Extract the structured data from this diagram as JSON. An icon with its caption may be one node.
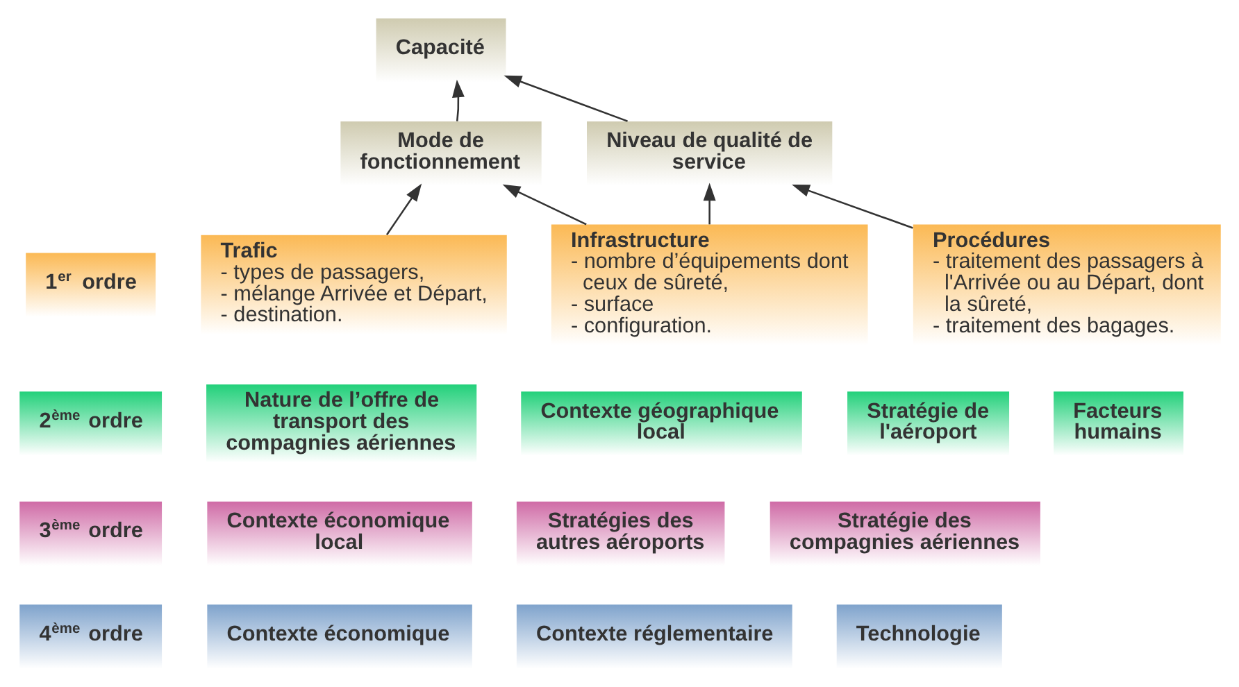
{
  "diagram": {
    "nodes": [
      {
        "text": [
          "Capacité"
        ]
      },
      {
        "text": [
          "Mode de fonctionnement"
        ]
      },
      {
        "text": [
          "Niveau de qualité de service"
        ]
      },
      {
        "text": [
          "1$^{er}$ ordre"
        ]
      },
      {
        "text": [
          "Trafic",
          "- types de passagers,",
          "- mélange Arrivée et Départ,",
          "- destination."
        ]
      },
      {
        "text": [
          "Infrastructure",
          "- nombre d’équipements dont ceux de sûreté,",
          "- surface",
          "- configuration."
        ]
      },
      {
        "text": [
          "Procédures",
          "- traitement des passagers à l'Arrivée ou au Départ, dont la sûreté,",
          "- traitement des bagages."
        ]
      },
      {
        "text": [
          "2$^{ème}$ ordre"
        ]
      },
      {
        "text": [
          "Nature de l’offre de transport des compagnies aériennes"
        ]
      },
      {
        "text": [
          "Contexte géographique local"
        ]
      },
      {
        "text": [
          "Stratégie de l'aéroport"
        ]
      },
      {
        "text": [
          "Facteurs humains"
        ]
      },
      {
        "text": [
          "3$^{ème}$ ordre"
        ]
      },
      {
        "text": [
          "Contexte économique local"
        ]
      },
      {
        "text": [
          "Stratégies des autres aéroports"
        ]
      },
      {
        "text": [
          "Stratégie des compagnies aériennes"
        ]
      },
      {
        "text": [
          "4$^{ème}$ ordre"
        ]
      },
      {
        "text": [
          "Contexte économique"
        ]
      },
      {
        "text": [
          "Contexte réglementaire"
        ]
      },
      {
        "text": [
          "Technologie"
        ]
      }
    ],
    "edges": [
      {
        "from": 1,
        "to": 0,
        "arrow": "to"
      },
      {
        "from": 2,
        "to": 0,
        "arrow": "to"
      },
      {
        "from": 4,
        "to": 1,
        "arrow": "to"
      },
      {
        "from": 5,
        "to": 1,
        "arrow": "to"
      },
      {
        "from": 5,
        "to": 2,
        "arrow": "to"
      },
      {
        "from": 6,
        "to": 2,
        "arrow": "to"
      }
    ]
  }
}
